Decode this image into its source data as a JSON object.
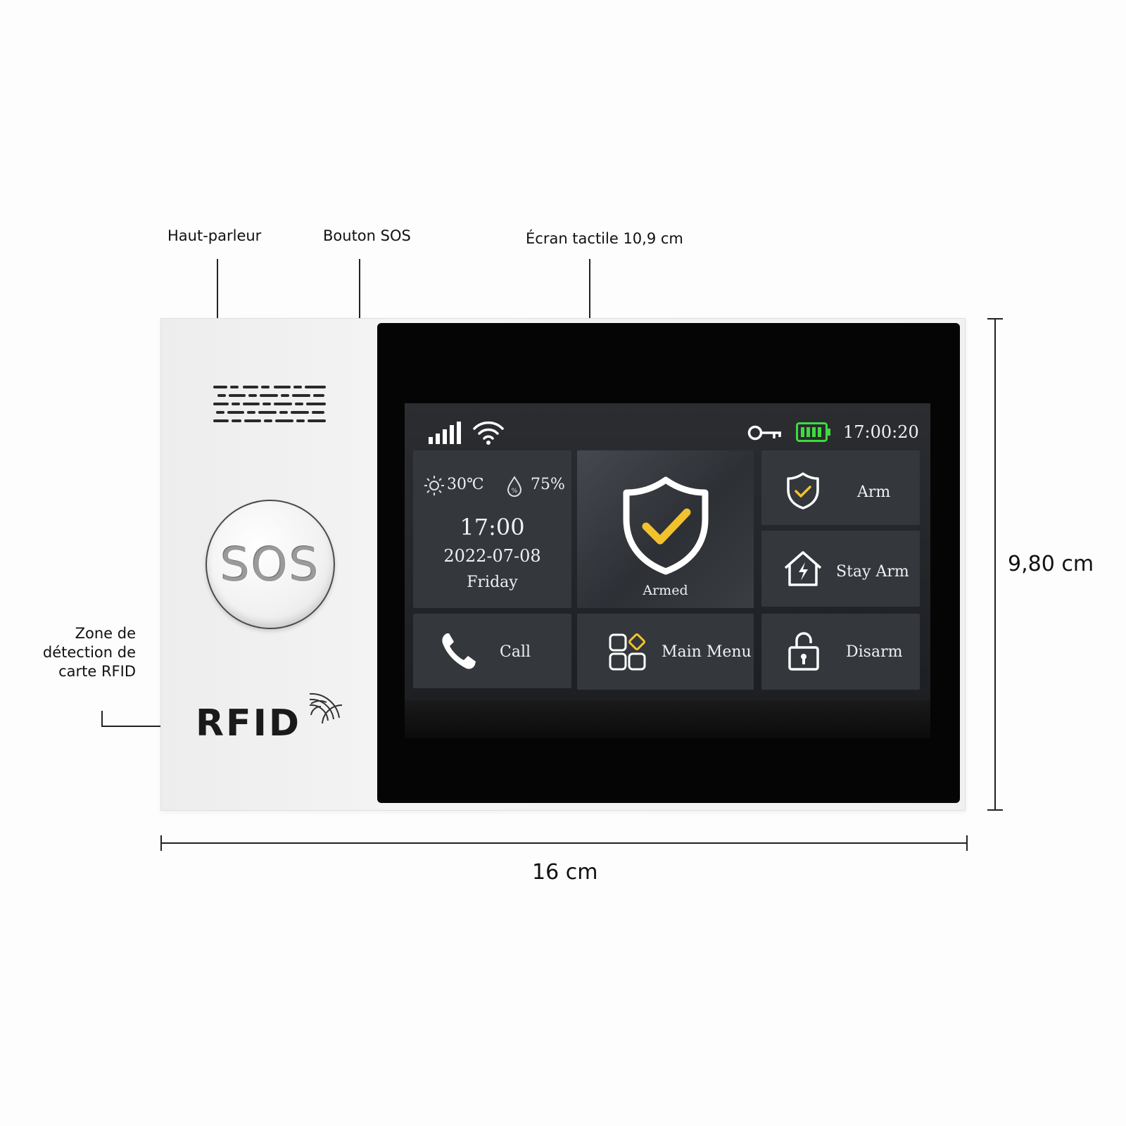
{
  "annotations": {
    "speaker": "Haut-parleur",
    "sos_button": "Bouton SOS",
    "touchscreen": "Écran tactile 10,9 cm",
    "rfid_zone_lines": [
      "Zone de",
      "détection de",
      "carte RFID"
    ]
  },
  "dimensions": {
    "width": "16 cm",
    "height": "9,80 cm"
  },
  "device": {
    "sos_label": "SOS",
    "rfid_label": "RFID"
  },
  "screen": {
    "status_bar": {
      "time": "17:00:20",
      "icons": [
        "signal-bars-icon",
        "wifi-icon",
        "key-icon",
        "battery-icon"
      ],
      "battery_color": "#3ddc3d"
    },
    "weather": {
      "temperature": "30℃",
      "humidity": "75%",
      "time": "17:00",
      "date": "2022-07-08",
      "weekday": "Friday"
    },
    "status_tile": {
      "label": "Armed",
      "check_color": "#f2c12e"
    },
    "buttons": {
      "arm": "Arm",
      "stay_arm": "Stay Arm",
      "disarm": "Disarm",
      "call": "Call",
      "main_menu": "Main Menu"
    }
  }
}
